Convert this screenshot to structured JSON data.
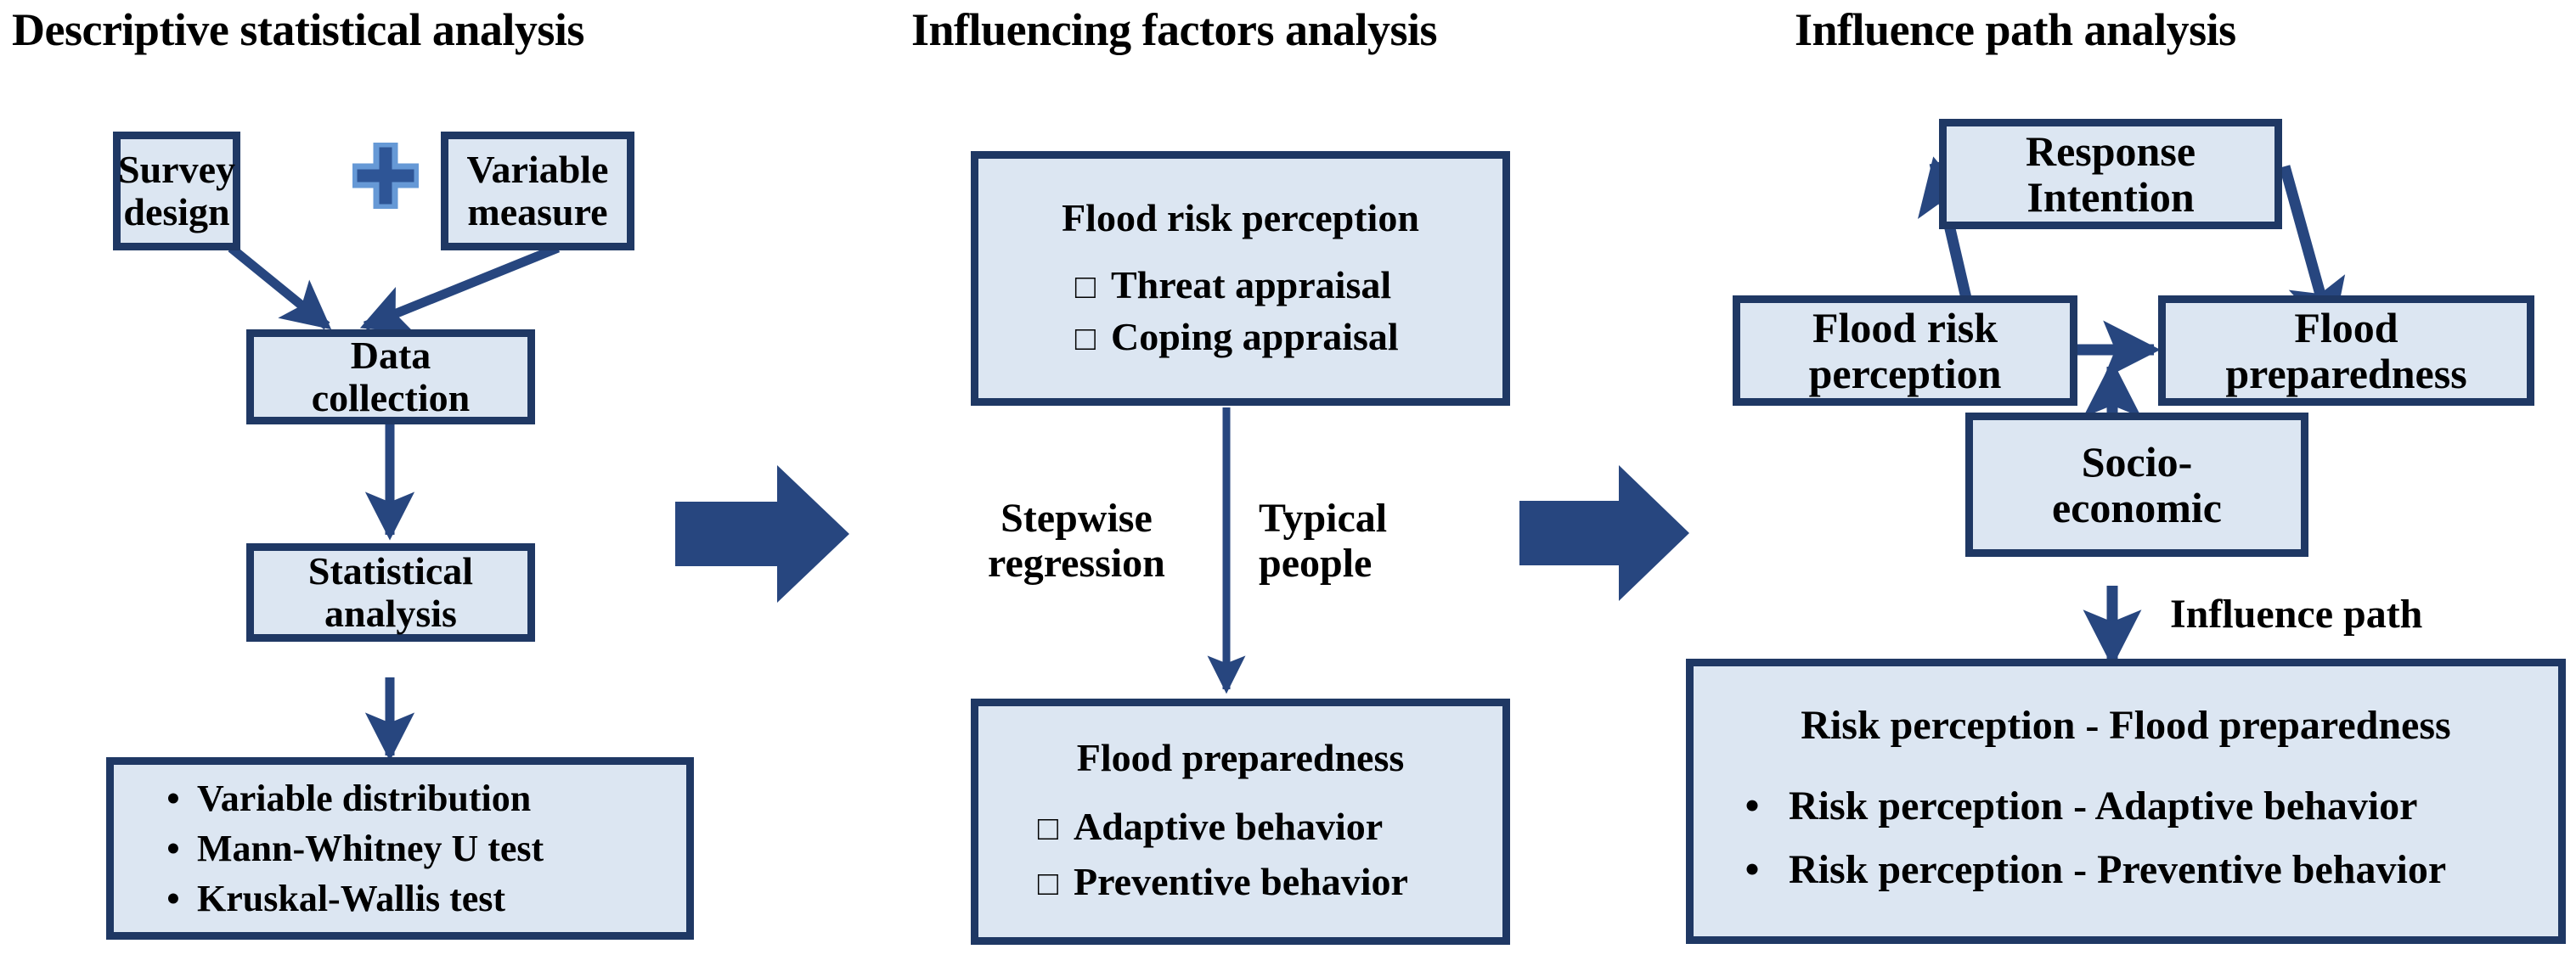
{
  "sections": [
    {
      "title": "Descriptive statistical analysis"
    },
    {
      "title": "Influencing factors analysis"
    },
    {
      "title": "Influence path analysis"
    }
  ],
  "left_panel": {
    "survey_design": {
      "line1": "Survey",
      "line2": "design"
    },
    "plus_operator": "+",
    "variable_measure": {
      "line1": "Variable",
      "line2": "measure"
    },
    "data_collection": {
      "line1": "Data",
      "line2": "collection"
    },
    "statistical_analysis": {
      "line1": "Statistical",
      "line2": "analysis"
    },
    "results_box": {
      "bullet": "•",
      "items": [
        "Variable distribution",
        "Mann-Whitney U test",
        "Kruskal-Wallis test"
      ]
    }
  },
  "middle_panel": {
    "flood_risk_perception": {
      "header": "Flood risk perception",
      "checkbox": "□",
      "items": [
        "Threat appraisal",
        "Coping appraisal"
      ]
    },
    "edge_label_left": {
      "line1": "Stepwise",
      "line2": "regression"
    },
    "edge_label_right": {
      "line1": "Typical",
      "line2": "people"
    },
    "flood_preparedness": {
      "header": "Flood preparedness",
      "checkbox": "□",
      "items": [
        "Adaptive behavior",
        "Preventive behavior"
      ]
    }
  },
  "right_panel": {
    "response_intention": {
      "line1": "Response",
      "line2": "Intention"
    },
    "flood_risk_perception": {
      "line1": "Flood risk",
      "line2": "perception"
    },
    "flood_preparedness": {
      "line1": "Flood",
      "line2": "preparedness"
    },
    "socio_economic": {
      "line1": "Socio-",
      "line2": "economic"
    },
    "influence_path_label": "Influence path",
    "paths_box": {
      "bullet": "•",
      "header": "Risk perception - Flood preparedness",
      "items": [
        "Risk perception - Adaptive behavior",
        "Risk perception - Preventive behavior"
      ]
    }
  },
  "colors": {
    "box_fill": "#DCE6F2",
    "box_border": "#1F3864",
    "arrow": "#27467F",
    "plus_fill": "#2E5596",
    "plus_border": "#6699D6",
    "text": "#000000"
  }
}
